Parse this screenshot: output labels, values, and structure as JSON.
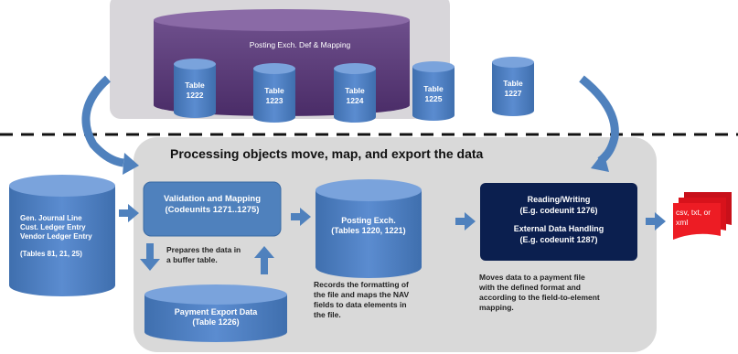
{
  "top_db": {
    "title": "Posting Exch. Def & Mapping",
    "tables": [
      {
        "line1": "Table",
        "line2": "1222"
      },
      {
        "line1": "Table",
        "line2": "1223"
      },
      {
        "line1": "Table",
        "line2": "1224"
      },
      {
        "line1": "Table",
        "line2": "1225"
      },
      {
        "line1": "Table",
        "line2": "1227"
      }
    ]
  },
  "processing": {
    "title": "Processing objects move, map, and export the data"
  },
  "source_db": {
    "line1": "Gen. Journal Line",
    "line2": "Cust. Ledger Entry",
    "line3": "Vendor Ledger Entry",
    "line4": "(Tables 81, 21, 25)"
  },
  "validation": {
    "line1": "Validation and Mapping",
    "line2": "(Codeunits 1271..1275)",
    "note_line1": "Prepares the data in",
    "note_line2": "a buffer table."
  },
  "payment_export": {
    "line1": "Payment Export Data",
    "line2": "(Table 1226)"
  },
  "posting_exch": {
    "line1": "Posting Exch.",
    "line2": "(Tables 1220, 1221)",
    "note": [
      "Records the formatting of",
      "the file and maps the NAV",
      "fields to data elements in",
      "the file."
    ]
  },
  "reading_writing": {
    "line1": "Reading/Writing",
    "line2": "(E.g. codeunit 1276)",
    "line3": "External Data Handling",
    "line4": "(E.g. codeunit 1287)",
    "note": [
      "Moves data to a payment file",
      "with the defined format and",
      "according to the field-to-element",
      "mapping."
    ]
  },
  "output_files": {
    "line1": "csv, txt, or",
    "line2": "xml"
  },
  "colors": {
    "purple": "#5b3a7a",
    "blue": "#4f81bd",
    "navy": "#0b1f4f",
    "red": "#e8141b",
    "panel": "#dcdcdc"
  }
}
